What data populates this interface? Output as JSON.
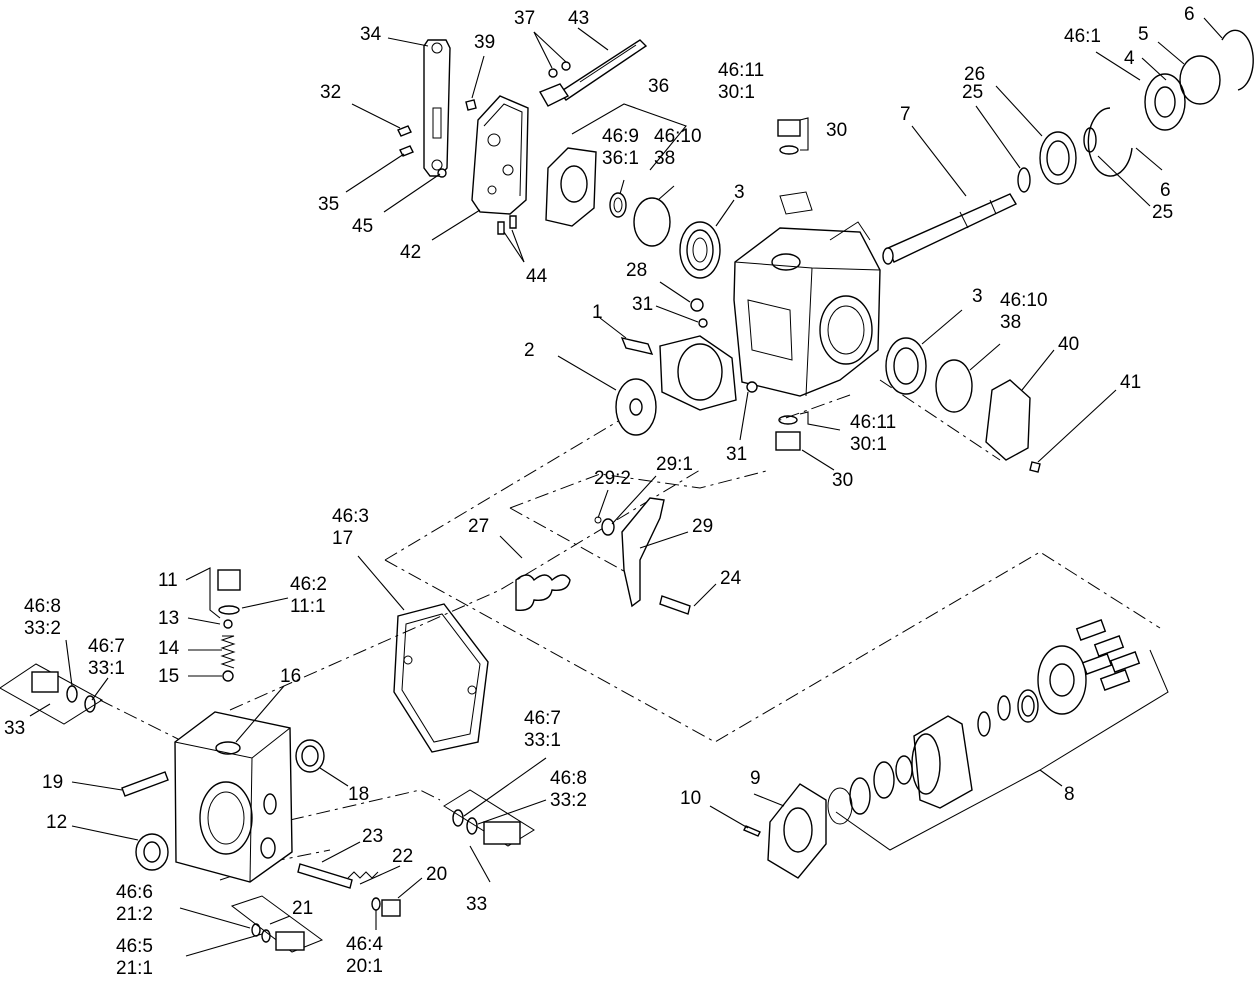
{
  "callouts": [
    {
      "id": "34",
      "lines": [
        "34"
      ]
    },
    {
      "id": "32",
      "lines": [
        "32"
      ]
    },
    {
      "id": "35",
      "lines": [
        "35"
      ]
    },
    {
      "id": "45",
      "lines": [
        "45"
      ]
    },
    {
      "id": "39",
      "lines": [
        "39"
      ]
    },
    {
      "id": "42",
      "lines": [
        "42"
      ]
    },
    {
      "id": "44",
      "lines": [
        "44"
      ]
    },
    {
      "id": "37",
      "lines": [
        "37"
      ]
    },
    {
      "id": "43",
      "lines": [
        "43"
      ]
    },
    {
      "id": "36",
      "lines": [
        "36"
      ]
    },
    {
      "id": "46-9",
      "lines": [
        "46:9",
        "36:1"
      ]
    },
    {
      "id": "46-10-top",
      "lines": [
        "46:10",
        "38"
      ]
    },
    {
      "id": "3-top",
      "lines": [
        "3"
      ]
    },
    {
      "id": "46-11-top",
      "lines": [
        "46:11",
        "30:1"
      ]
    },
    {
      "id": "30-top",
      "lines": [
        "30"
      ]
    },
    {
      "id": "7",
      "lines": [
        "7"
      ]
    },
    {
      "id": "25-left",
      "lines": [
        "25"
      ]
    },
    {
      "id": "26",
      "lines": [
        "26"
      ]
    },
    {
      "id": "46-1",
      "lines": [
        "46:1"
      ]
    },
    {
      "id": "4",
      "lines": [
        "4"
      ]
    },
    {
      "id": "5",
      "lines": [
        "5"
      ]
    },
    {
      "id": "6-top",
      "lines": [
        "6"
      ]
    },
    {
      "id": "6-bottom",
      "lines": [
        "6"
      ]
    },
    {
      "id": "25-right",
      "lines": [
        "25"
      ]
    },
    {
      "id": "28",
      "lines": [
        "28"
      ]
    },
    {
      "id": "31-top",
      "lines": [
        "31"
      ]
    },
    {
      "id": "1",
      "lines": [
        "1"
      ]
    },
    {
      "id": "2",
      "lines": [
        "2"
      ]
    },
    {
      "id": "31-bottom",
      "lines": [
        "31"
      ]
    },
    {
      "id": "3-mid",
      "lines": [
        "3"
      ]
    },
    {
      "id": "46-10-mid",
      "lines": [
        "46:10",
        "38"
      ]
    },
    {
      "id": "40",
      "lines": [
        "40"
      ]
    },
    {
      "id": "41",
      "lines": [
        "41"
      ]
    },
    {
      "id": "46-11-mid",
      "lines": [
        "46:11",
        "30:1"
      ]
    },
    {
      "id": "30-mid",
      "lines": [
        "30"
      ]
    },
    {
      "id": "29-2",
      "lines": [
        "29:2"
      ]
    },
    {
      "id": "29-1",
      "lines": [
        "29:1"
      ]
    },
    {
      "id": "29",
      "lines": [
        "29"
      ]
    },
    {
      "id": "27",
      "lines": [
        "27"
      ]
    },
    {
      "id": "24",
      "lines": [
        "24"
      ]
    },
    {
      "id": "46-3",
      "lines": [
        "46:3",
        "17"
      ]
    },
    {
      "id": "11",
      "lines": [
        "11"
      ]
    },
    {
      "id": "46-2",
      "lines": [
        "46:2",
        "11:1"
      ]
    },
    {
      "id": "13",
      "lines": [
        "13"
      ]
    },
    {
      "id": "14",
      "lines": [
        "14"
      ]
    },
    {
      "id": "15",
      "lines": [
        "15"
      ]
    },
    {
      "id": "46-8-left",
      "lines": [
        "46:8",
        "33:2"
      ]
    },
    {
      "id": "46-7-left",
      "lines": [
        "46:7",
        "33:1"
      ]
    },
    {
      "id": "33-left",
      "lines": [
        "33"
      ]
    },
    {
      "id": "16",
      "lines": [
        "16"
      ]
    },
    {
      "id": "18",
      "lines": [
        "18"
      ]
    },
    {
      "id": "19",
      "lines": [
        "19"
      ]
    },
    {
      "id": "12",
      "lines": [
        "12"
      ]
    },
    {
      "id": "23",
      "lines": [
        "23"
      ]
    },
    {
      "id": "22",
      "lines": [
        "22"
      ]
    },
    {
      "id": "20",
      "lines": [
        "20"
      ]
    },
    {
      "id": "21",
      "lines": [
        "21"
      ]
    },
    {
      "id": "46-6",
      "lines": [
        "46:6",
        "21:2"
      ]
    },
    {
      "id": "46-5",
      "lines": [
        "46:5",
        "21:1"
      ]
    },
    {
      "id": "46-4",
      "lines": [
        "46:4",
        "20:1"
      ]
    },
    {
      "id": "46-7-right",
      "lines": [
        "46:7",
        "33:1"
      ]
    },
    {
      "id": "46-8-right",
      "lines": [
        "46:8",
        "33:2"
      ]
    },
    {
      "id": "33-right",
      "lines": [
        "33"
      ]
    },
    {
      "id": "9",
      "lines": [
        "9"
      ]
    },
    {
      "id": "10",
      "lines": [
        "10"
      ]
    },
    {
      "id": "8",
      "lines": [
        "8"
      ]
    }
  ]
}
